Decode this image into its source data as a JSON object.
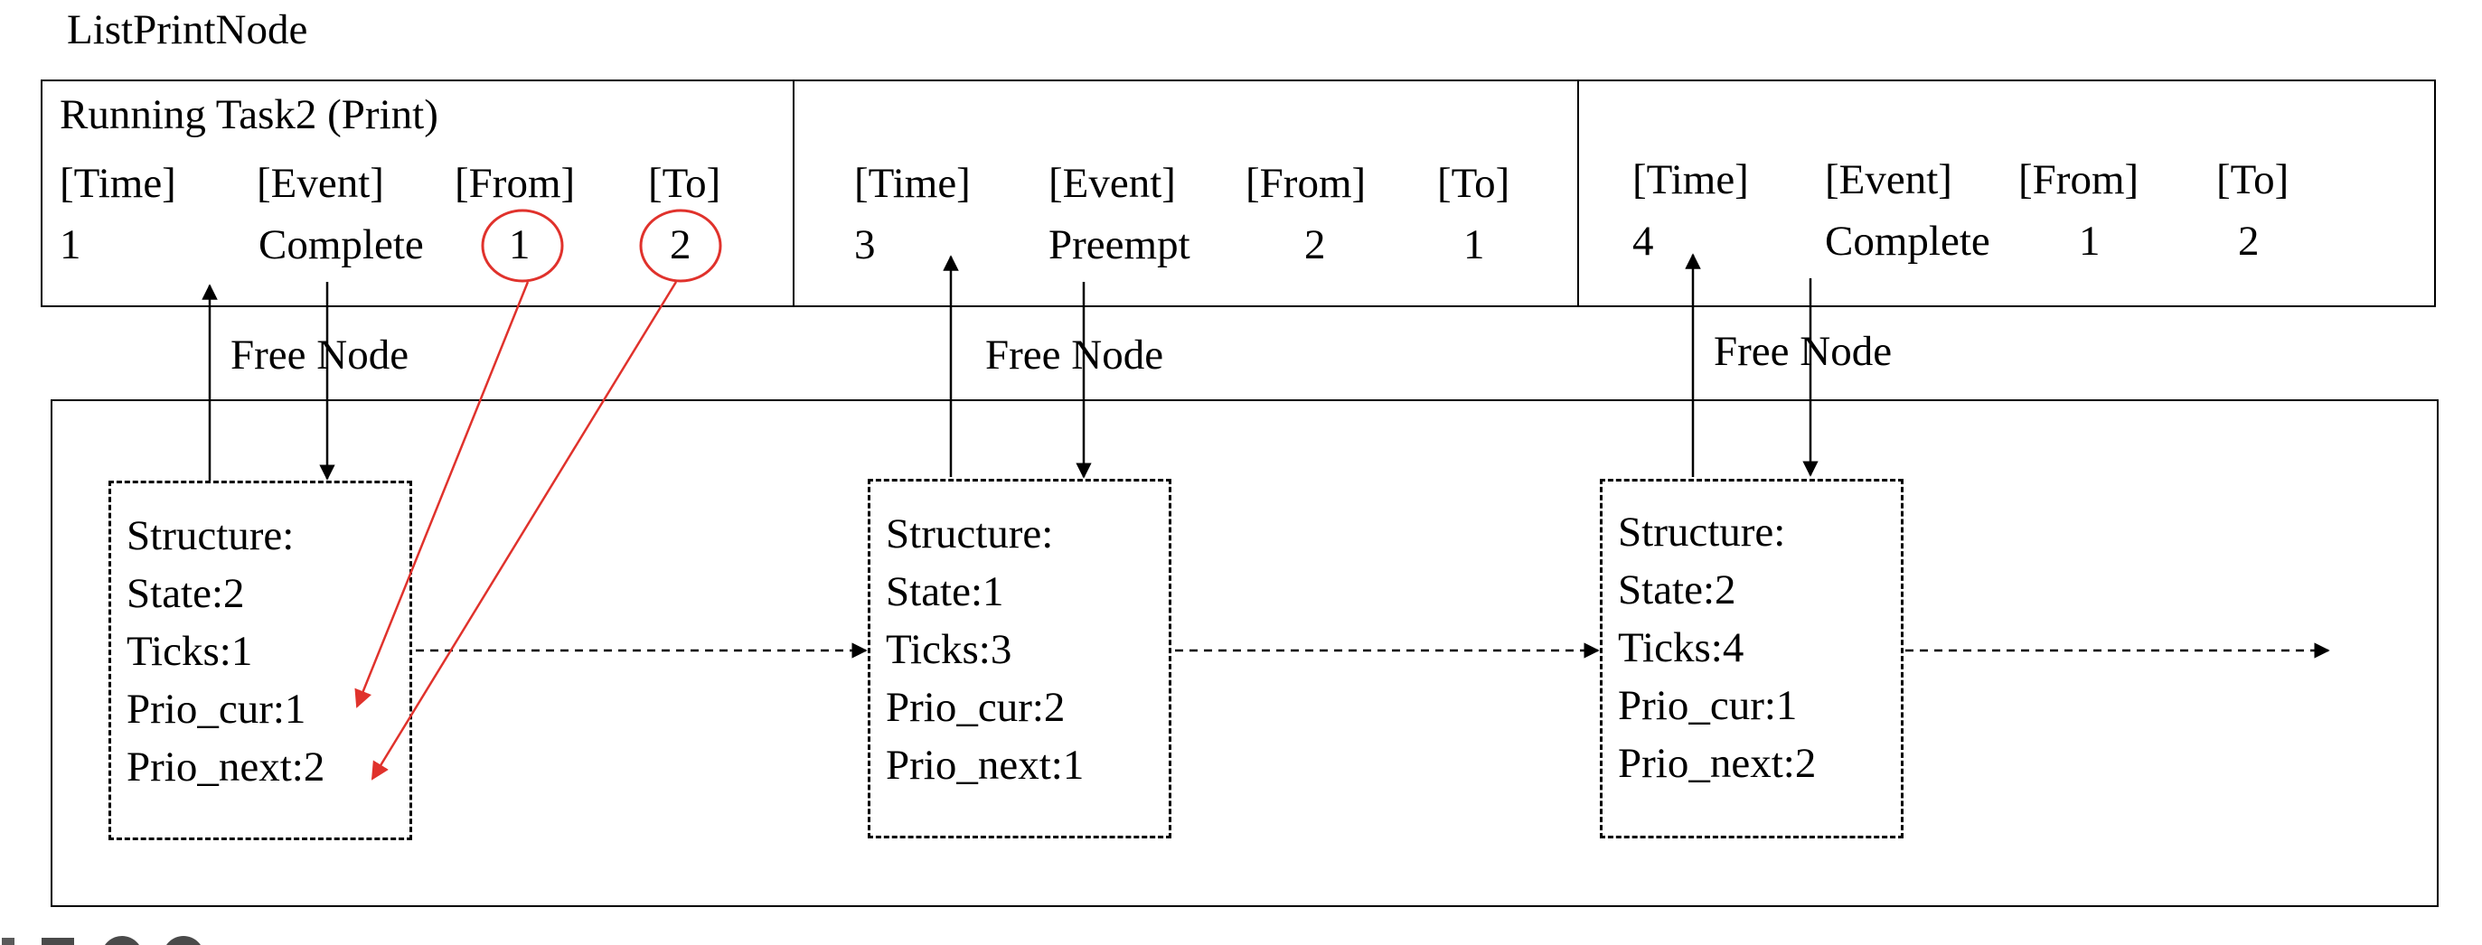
{
  "title": "ListPrintNode",
  "print_panel": {
    "running_label": "Running Task2 (Print)",
    "headers": [
      "[Time]",
      "[Event]",
      "[From]",
      "[To]"
    ],
    "records": [
      {
        "time": "1",
        "event": "Complete",
        "from": "1",
        "to": "2"
      },
      {
        "time": "3",
        "event": "Preempt",
        "from": "2",
        "to": "1"
      },
      {
        "time": "4",
        "event": "Complete",
        "from": "1",
        "to": "2"
      }
    ]
  },
  "free_node_label": "Free Node",
  "nodes": [
    {
      "lines": [
        "Structure:",
        "State:2",
        "Ticks:1",
        "Prio_cur:1",
        "Prio_next:2"
      ]
    },
    {
      "lines": [
        "Structure:",
        "State:1",
        "Ticks:3",
        "Prio_cur:2",
        "Prio_next:1"
      ]
    },
    {
      "lines": [
        "Structure:",
        "State:2",
        "Ticks:4",
        "Prio_cur:1",
        "Prio_next:2"
      ]
    }
  ],
  "colors": {
    "line": "#000000",
    "highlight": "#e0322c"
  },
  "toolbar_icons": [
    "edit-icon",
    "stop-icon",
    "record-icon",
    "help-icon"
  ]
}
